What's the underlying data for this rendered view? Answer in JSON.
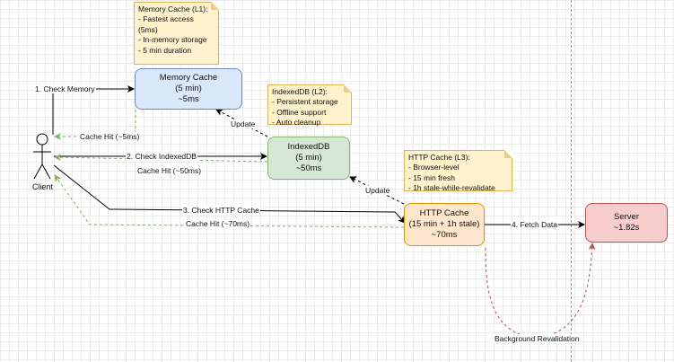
{
  "actor": {
    "label": "Client"
  },
  "nodes": {
    "memory": {
      "line1": "Memory Cache",
      "line2": "(5 min)",
      "line3": "~5ms"
    },
    "indexeddb": {
      "line1": "IndexedDB",
      "line2": "(5 min)",
      "line3": "~50ms"
    },
    "http": {
      "line1": "HTTP Cache",
      "line2": "(15 min + 1h stale)",
      "line3": "~70ms"
    },
    "server": {
      "line1": "Server",
      "line2": "~1.82s"
    }
  },
  "notes": {
    "l1": [
      "Memory Cache (L1):",
      "- Fastest access",
      "(5ms)",
      "- In-memory storage",
      "- 5 min duration"
    ],
    "l2": [
      "IndexedDB (L2):",
      "- Persistent storage",
      "- Offline support",
      "- Auto cleanup"
    ],
    "l3": [
      "HTTP Cache (L3):",
      "- Browser-level",
      "- 15 min fresh",
      "- 1h stale-while-revalidate"
    ]
  },
  "edges": {
    "check_memory": "1. Check Memory",
    "cache_hit_memory": "Cache Hit (~5ms)",
    "check_indexeddb": "2. Check IndexedDB",
    "cache_hit_indexeddb": "Cache Hit (~50ms)",
    "check_http": "3. Check HTTP Cache",
    "cache_hit_http": "Cache Hit (~70ms)",
    "update_memory": "Update",
    "update_indexeddb": "Update",
    "fetch_data": "4. Fetch Data",
    "background_revalidation": "Background Revalidation"
  },
  "colors": {
    "request": "#000000",
    "cache_hit": "#82b366",
    "update": "#000000",
    "revalidation": "#b85450",
    "memory_fill": "#dae8fc",
    "indexeddb_fill": "#d5e8d4",
    "http_fill": "#ffe6cc",
    "server_fill": "#f8cecc",
    "note_fill": "#fff2cc"
  }
}
